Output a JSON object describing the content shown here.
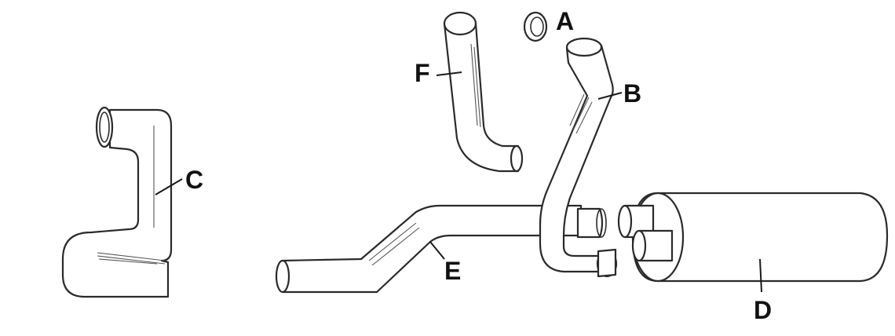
{
  "diagram": {
    "labels": {
      "A": "A",
      "B": "B",
      "C": "C",
      "D": "D",
      "E": "E",
      "F": "F"
    }
  }
}
